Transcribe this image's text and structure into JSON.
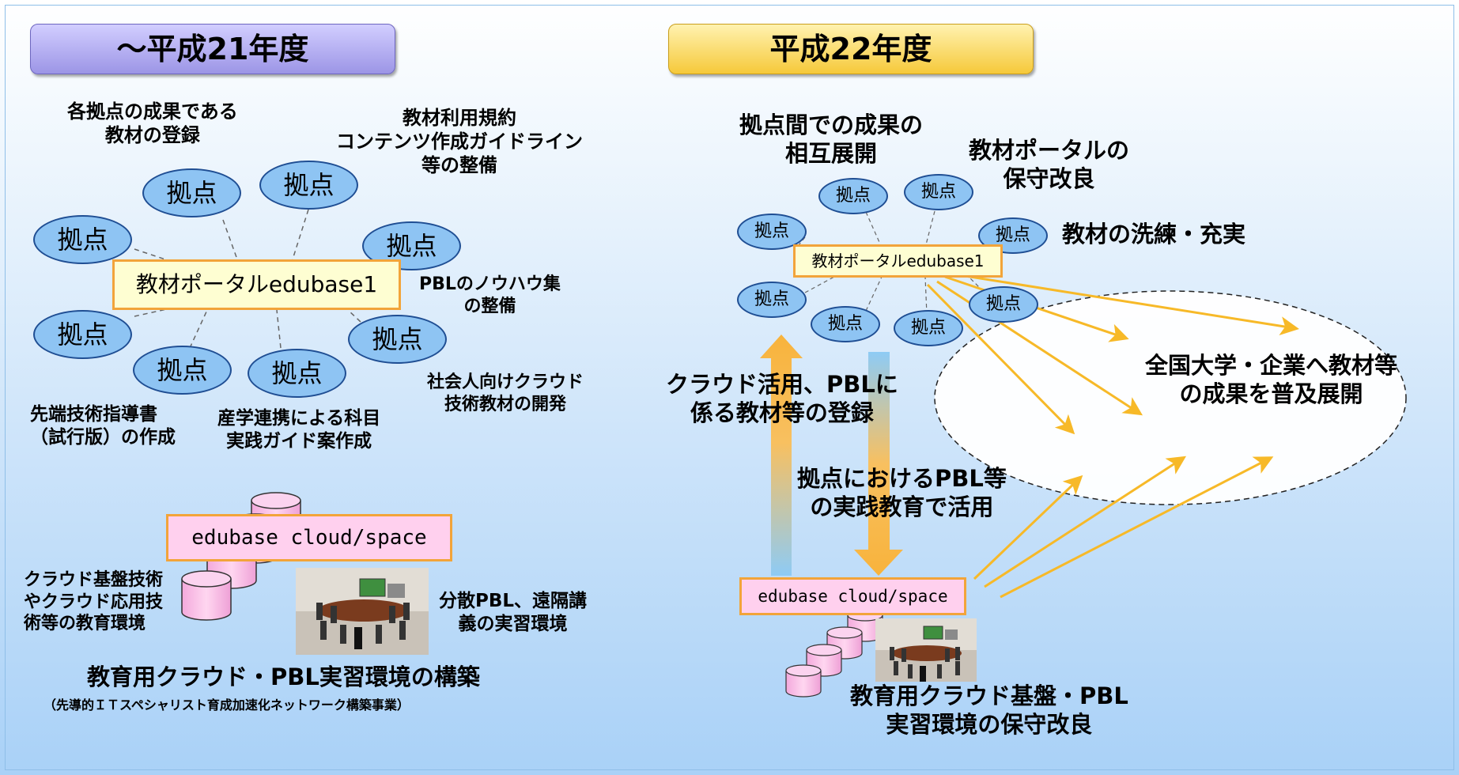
{
  "left": {
    "header": "～平成21年度",
    "hub_nodes": [
      "拠点",
      "拠点",
      "拠点",
      "拠点",
      "拠点",
      "拠点",
      "拠点",
      "拠点"
    ],
    "portal_label": "教材ポータルedubase1",
    "notes": {
      "register": "各拠点の成果である\n教材の登録",
      "rules": "教材利用規約\nコンテンツ作成ガイドライン\n等の整備",
      "pbl_knowhow": "PBLのノウハウ集\nの整備",
      "working_adults": "社会人向けクラウド\n技術教材の開発",
      "advanced_guide": "先端技術指導書\n（試行版）の作成",
      "industry": "産学連携による科目\n実践ガイド案作成"
    },
    "cloud_box": "edubase cloud/space",
    "cloud_env_text": "クラウド基盤技術\nやクラウド応用技\n術等の教育環境",
    "distributed_text": "分散PBL、遠隔講\n義の実習環境",
    "footer_title": "教育用クラウド・PBL実習環境の構築",
    "footer_sub": "（先導的ＩＴスペシャリスト育成加速化ネットワーク構築事業）"
  },
  "right": {
    "header": "平成22年度",
    "hub_nodes": [
      "拠点",
      "拠点",
      "拠点",
      "拠点",
      "拠点",
      "拠点",
      "拠点",
      "拠点"
    ],
    "portal_label": "教材ポータルedubase1",
    "notes": {
      "mutual": "拠点間での成果の\n相互展開",
      "maintain": "教材ポータルの\n保守改良",
      "refine": "教材の洗練・充実",
      "register": "クラウド活用、PBLに\n係る教材等の登録",
      "practice": "拠点におけるPBL等\nの実践教育で活用",
      "spread": "全国大学・企業へ教材等\nの成果を普及展開"
    },
    "cloud_box": "edubase cloud/space",
    "footer": "教育用クラウド基盤・PBL\n実習環境の保守改良"
  },
  "colors": {
    "node_fill": "#8ec4f3",
    "node_border": "#1f4e93",
    "portal_fill": "#fefed2",
    "box_border": "#f2a43a",
    "cloud_fill": "#ffd0ee",
    "arrow": "#f7b928",
    "up_arrow": "#f8b33c",
    "down_arrow": "#8ecbf5"
  }
}
